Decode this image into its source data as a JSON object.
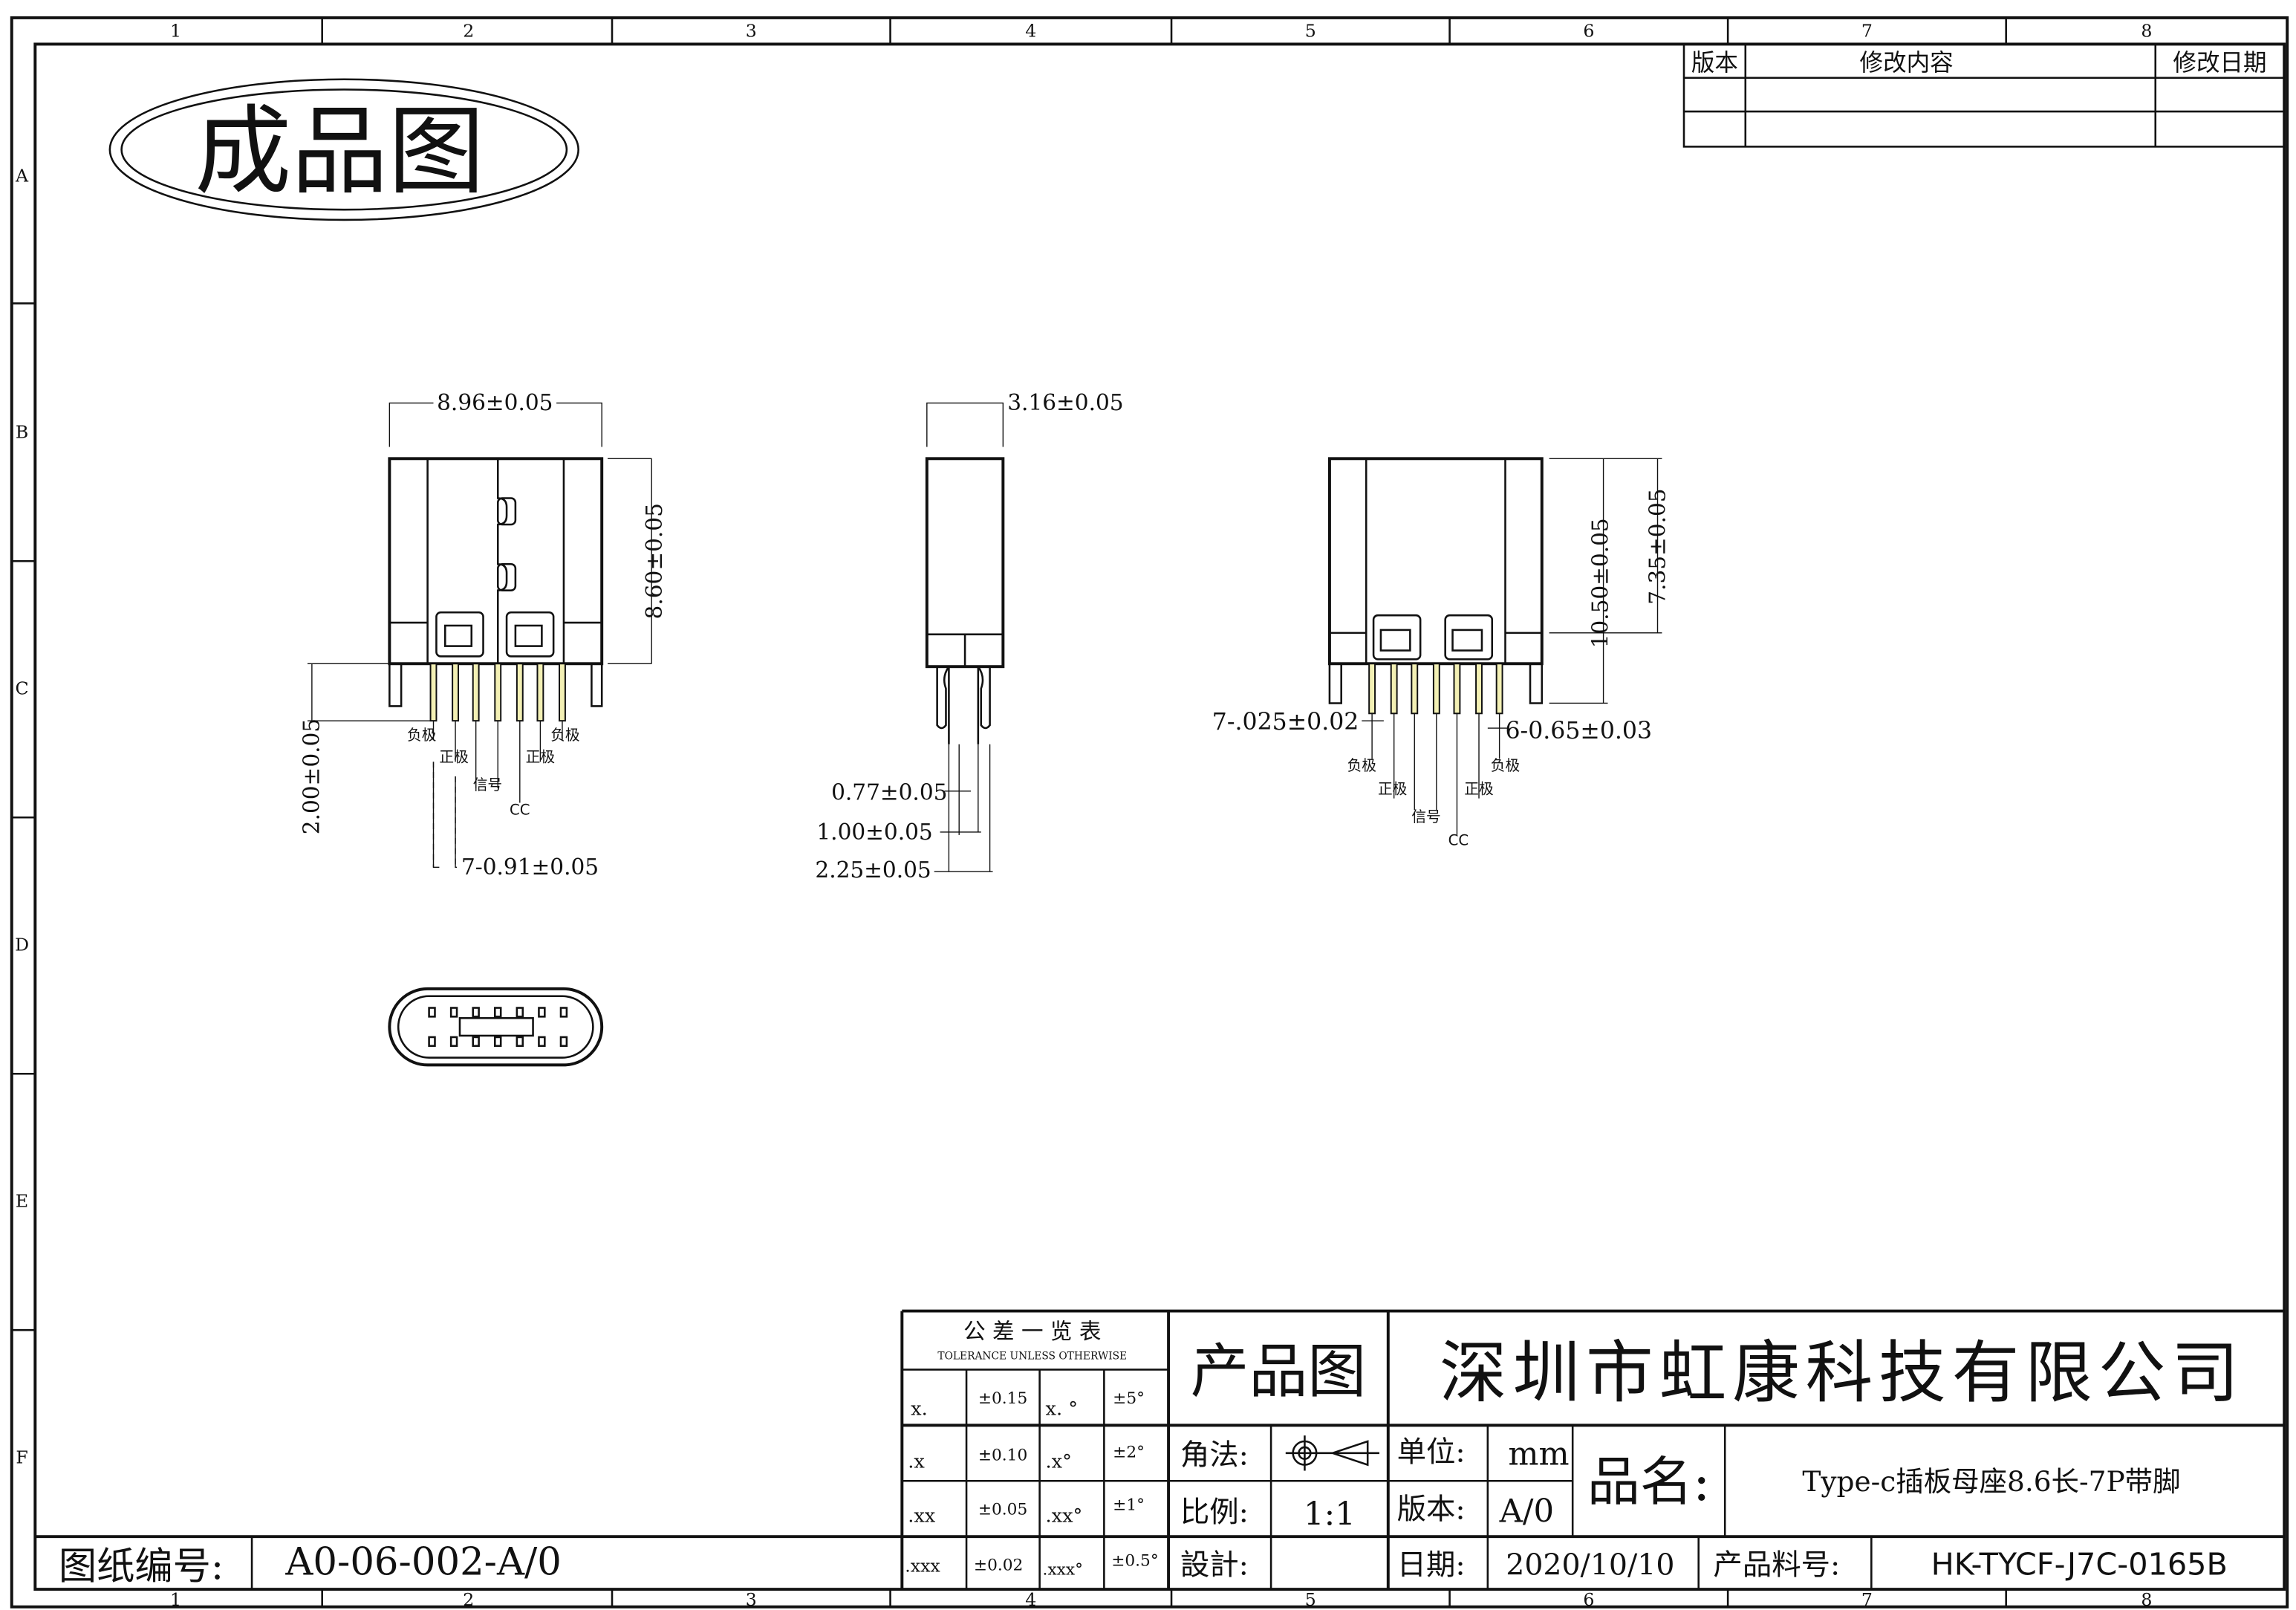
{
  "frame": {
    "columns": [
      "1",
      "2",
      "3",
      "4",
      "5",
      "6",
      "7",
      "8"
    ],
    "rows": [
      "A",
      "B",
      "C",
      "D",
      "E",
      "F"
    ]
  },
  "revision_table": {
    "headers": [
      "版本",
      "修改内容",
      "修改日期"
    ]
  },
  "stamp": {
    "title": "成品图"
  },
  "views": {
    "front": {
      "width_dim": "8.96±0.05",
      "height_dim": "8.60±0.05",
      "pin_len_dim": "2.00±0.05",
      "pitch_dim": "7-0.91±0.05",
      "pin_labels": [
        "负极",
        "正极",
        "信号",
        "CC",
        "正极",
        "负极"
      ]
    },
    "side": {
      "width_dim": "3.16±0.05",
      "dims": [
        "0.77±0.05",
        "1.00±0.05",
        "2.25±0.05"
      ]
    },
    "rear": {
      "height_dim": "10.50±0.05",
      "body_dim": "7.35±0.05",
      "pin_width_dim": "7-.025±0.02",
      "pitch_dim": "6-0.65±0.03",
      "pin_labels": [
        "负极",
        "正极",
        "信号",
        "CC",
        "正极",
        "负极"
      ]
    }
  },
  "tolerance": {
    "title": "公 差 一 览 表",
    "subtitle": "TOLERANCE UNLESS OTHERWISE",
    "rows": [
      [
        "x.",
        "±0.15",
        "x. °",
        "±5°"
      ],
      [
        ".x",
        "±0.10",
        ".x°",
        "±2°"
      ],
      [
        ".xx",
        "±0.05",
        ".xx°",
        "±1°"
      ],
      [
        ".xxx",
        "±0.02",
        ".xxx°",
        "±0.5°"
      ]
    ]
  },
  "title_block": {
    "drawing_type": "产品图",
    "company": "深圳市虹康科技有限公司",
    "angle_label": "角法:",
    "unit_label": "单位:",
    "unit": "mm",
    "scale_label": "比例:",
    "scale": "1:1",
    "version_label": "版本:",
    "version": "A/0",
    "name_label": "品名:",
    "product_name": "Type-c插板母座8.6长-7P带脚",
    "design_label": "設計:",
    "date_label": "日期:",
    "date": "2020/10/10",
    "part_no_label": "产品料号:",
    "part_no": "HK-TYCF-J7C-0165B",
    "drawing_no_label": "图纸编号:",
    "drawing_no": "A0-06-002-A/0"
  }
}
